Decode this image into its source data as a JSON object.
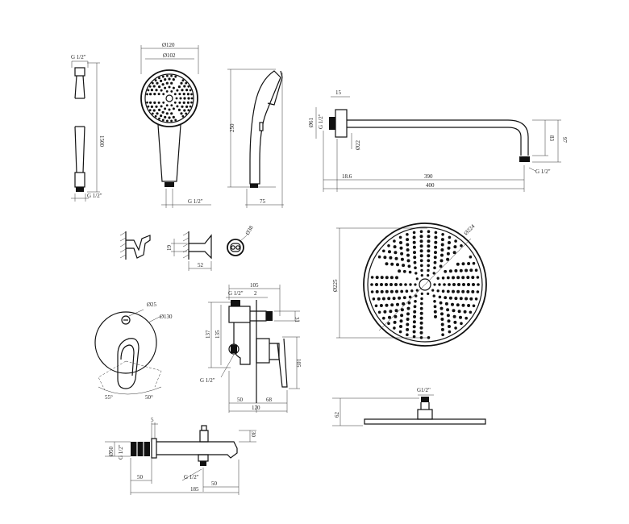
{
  "hose": {
    "top_thread": "G 1/2\"",
    "length": "1500",
    "bottom_thread": "G 1/2\""
  },
  "hand_shower": {
    "outer_dia": "Ø120",
    "inner_dia": "Ø102",
    "thread": "G 1/2\"",
    "height": "250",
    "depth": "75"
  },
  "shower_arm": {
    "flange_thickness": "15",
    "flange_dia": "Ø61",
    "inlet_thread": "G 1/2\"",
    "pipe_dia": "Ø22",
    "offset": "18.6",
    "arm_length": "390",
    "total_length": "400",
    "drop_inner": "83",
    "drop_outer": "97",
    "outlet_thread": "G 1/2\""
  },
  "holder": {
    "height": "19",
    "depth": "52",
    "outlet_dia": "Ø38"
  },
  "mixer_plate": {
    "knob_dia": "Ø25",
    "plate_dia": "Ø130",
    "angle_left": "55°",
    "angle_right": "50°"
  },
  "valve_body": {
    "overall_width": "105",
    "thread_top": "G 1/2\"",
    "dim_a": "2",
    "height_outer": "137",
    "height_inner": "135",
    "outlet_height": "31",
    "lever_height": "105",
    "thread_bottom": "G 1/2\"",
    "dim_left": "50",
    "dim_right": "68",
    "total_depth": "120"
  },
  "spout": {
    "wall": "5",
    "flange_dia": "Ø50",
    "thread": "G 1/2\"",
    "height": "30",
    "flange_offset": "50",
    "bottom_thread": "G 1/2\"",
    "outlet_offset": "50",
    "length": "185"
  },
  "rain_shower": {
    "inner_dia": "Ø224",
    "outer_dia": "Ø225",
    "thread": "G1/2\"",
    "height": "62"
  }
}
